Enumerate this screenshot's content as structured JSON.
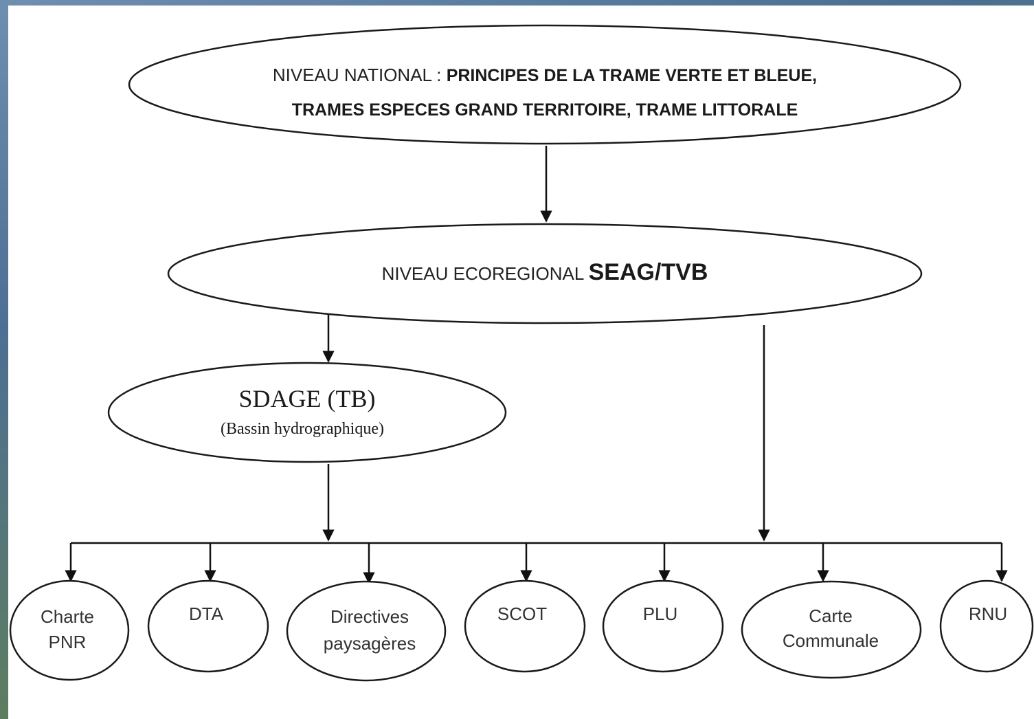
{
  "national": {
    "prefix": "NIVEAU NATIONAL : ",
    "title_line1": "PRINCIPES DE LA TRAME VERTE ET BLEUE,",
    "title_line2": "TRAMES ESPECES GRAND TERRITOIRE, TRAME LITTORALE"
  },
  "ecoregional": {
    "prefix": "NIVEAU ECOREGIONAL ",
    "title": "SEAG/TVB"
  },
  "sdage": {
    "title": "SDAGE (TB)",
    "subtitle": "(Bassin hydrographique)"
  },
  "leaves": [
    {
      "line1": "Charte",
      "line2": "PNR"
    },
    {
      "line1": "DTA",
      "line2": ""
    },
    {
      "line1": "Directives",
      "line2": "paysagères"
    },
    {
      "line1": "SCOT",
      "line2": ""
    },
    {
      "line1": "PLU",
      "line2": ""
    },
    {
      "line1": "Carte",
      "line2": "Communale"
    },
    {
      "line1": "RNU",
      "line2": ""
    }
  ]
}
